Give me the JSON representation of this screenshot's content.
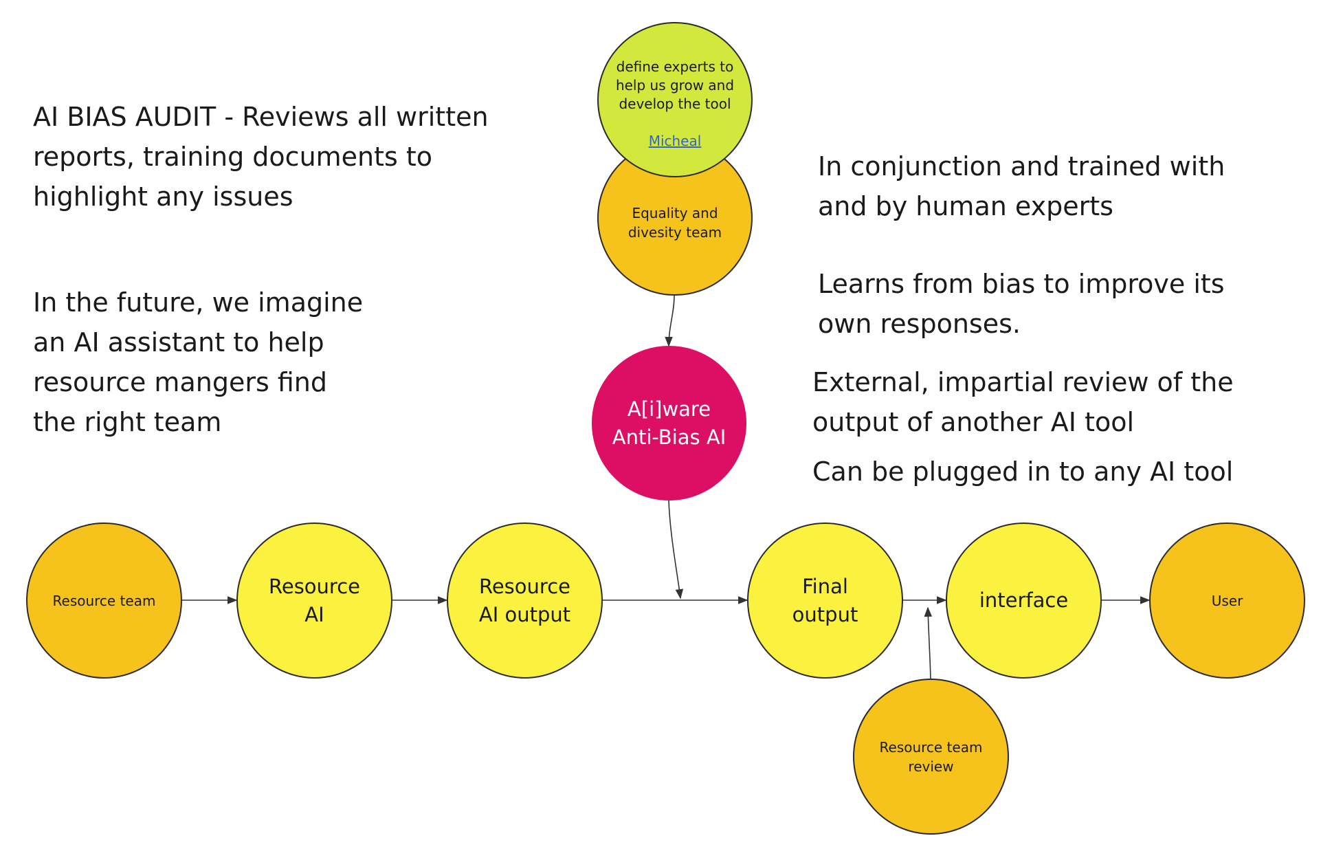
{
  "notes": {
    "audit": "AI BIAS AUDIT - Reviews all written\nreports, training documents to\nhighlight any issues",
    "future": "In the future, we imagine\nan AI assistant to help\nresource mangers find\nthe right team",
    "conjunction": "In conjunction  and trained with\nand by human experts",
    "learns": "Learns from bias to improve its\nown responses.",
    "external": "External, impartial review of the\noutput of another AI tool",
    "pluggable": "Can be plugged in to any AI tool"
  },
  "nodes": {
    "experts": {
      "label": "define experts to\nhelp us grow and\ndevelop the tool",
      "link": "Micheal"
    },
    "equality": {
      "label": "Equality and\ndivesity team"
    },
    "aiware": {
      "label": "A[i]ware\nAnti-Bias AI"
    },
    "resource_team": {
      "label": "Resource team"
    },
    "resource_ai": {
      "label": "Resource\nAI"
    },
    "resource_ai_output": {
      "label": "Resource\nAI output"
    },
    "final_output": {
      "label": "Final\noutput"
    },
    "interface": {
      "label": "interface"
    },
    "user": {
      "label": "User"
    },
    "review": {
      "label": "Resource team\nreview"
    }
  },
  "colors": {
    "orange": "#f6c31c",
    "yellow": "#fbf23f",
    "lime": "#d2e83d",
    "magenta": "#dc0f64",
    "edge": "#333333"
  }
}
